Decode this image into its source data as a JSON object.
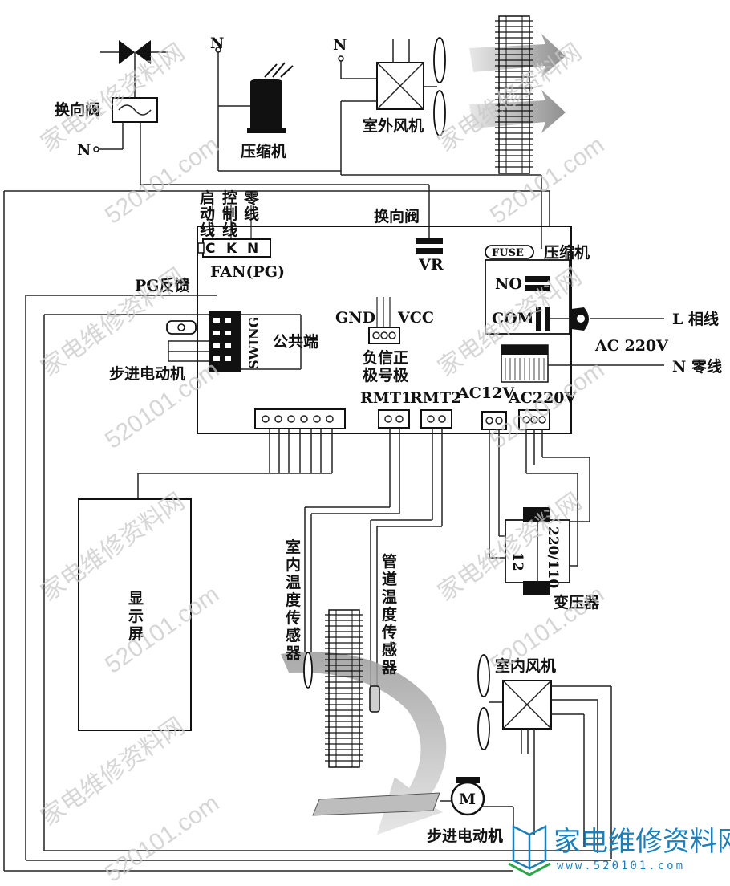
{
  "labels": {
    "reversing_valve_top": "换向阀",
    "n_top_left": "N",
    "n_top_mid": "N",
    "n_top_right": "N",
    "compressor_top": "压缩机",
    "outdoor_fan": "室外风机",
    "start_wire": [
      "启",
      "动",
      "线"
    ],
    "control_wire": [
      "控",
      "制",
      "线"
    ],
    "zero_wire": [
      "零",
      "线"
    ],
    "fan_terminals": [
      "C",
      "K",
      "N"
    ],
    "fan_pg": "FAN(PG)",
    "reversing_valve_board": "换向阀",
    "vr": "VR",
    "fuse": "FUSE",
    "compressor_board": "压缩机",
    "no": "NO",
    "com": "COM",
    "pg_feedback": "PG反馈",
    "gnd": "GND",
    "vcc": "VCC",
    "neg_sig_pos": [
      "负信正",
      "极号极"
    ],
    "swing": "SWING",
    "common_terminal": "公共端",
    "stepper_motor_top": "步进电动机",
    "rmt1": "RMT1",
    "rmt2": "RMT2",
    "ac12v": "AC12V",
    "ac220v": "AC220V",
    "l_phase": "L  相线",
    "ac_220v": "AC  220V",
    "n_zero": "N  零线",
    "display": [
      "显",
      "示",
      "屏"
    ],
    "indoor_temp_sensor": [
      "室",
      "内",
      "温",
      "度",
      "传",
      "感",
      "器"
    ],
    "pipe_temp_sensor": [
      "管",
      "道",
      "温",
      "度",
      "传",
      "感",
      "器"
    ],
    "transformer_12": "12",
    "transformer_220": "220/110",
    "transformer": "变压器",
    "indoor_fan": "室内风机",
    "motor_m": "M",
    "stepper_motor_bottom": "步进电动机"
  },
  "watermark": {
    "text_cn": "家电维修资料网",
    "text_url": "520101.com",
    "logo_cn": "家电维修资料网",
    "logo_url": "www.520101.com"
  },
  "colors": {
    "line": "#222222",
    "watermark": "#c8c8c8",
    "logo": "#1e7fb8",
    "airflow": "#9a9a9a"
  }
}
